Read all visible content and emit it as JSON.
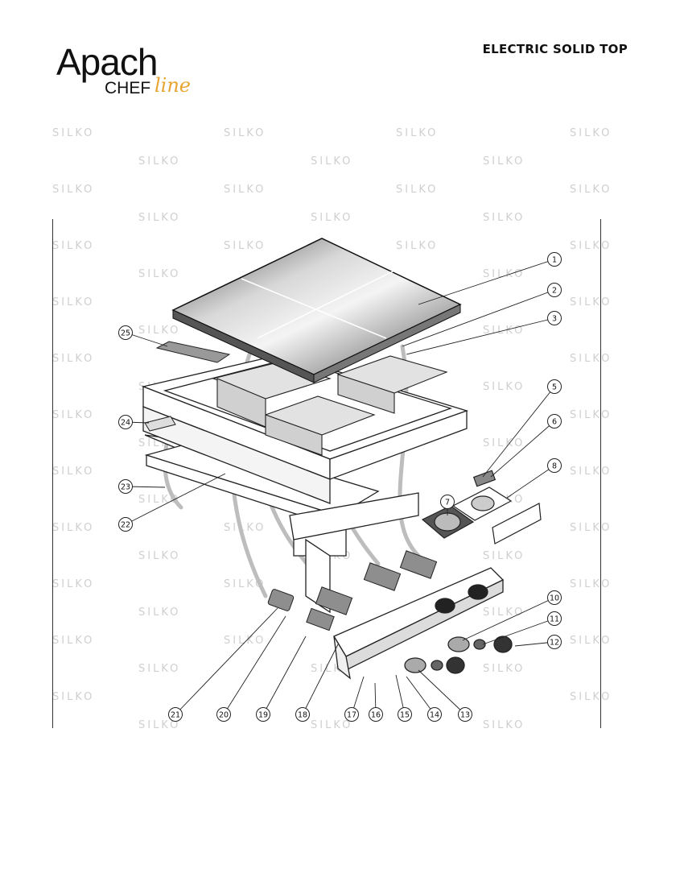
{
  "header": {
    "brand_main": "Apach",
    "brand_chef": "CHEF",
    "brand_line": "line",
    "title": "ELECTRIC SOLID TOP"
  },
  "watermark": "SILKO",
  "callouts": [
    "1",
    "2",
    "3",
    "5",
    "6",
    "7",
    "8",
    "10",
    "11",
    "12",
    "13",
    "14",
    "15",
    "16",
    "17",
    "18",
    "19",
    "20",
    "21",
    "22",
    "23",
    "24",
    "25"
  ],
  "colors": {
    "brand_accent": "#e8a531",
    "ink": "#111111",
    "watermark": "#cfcfcf"
  }
}
